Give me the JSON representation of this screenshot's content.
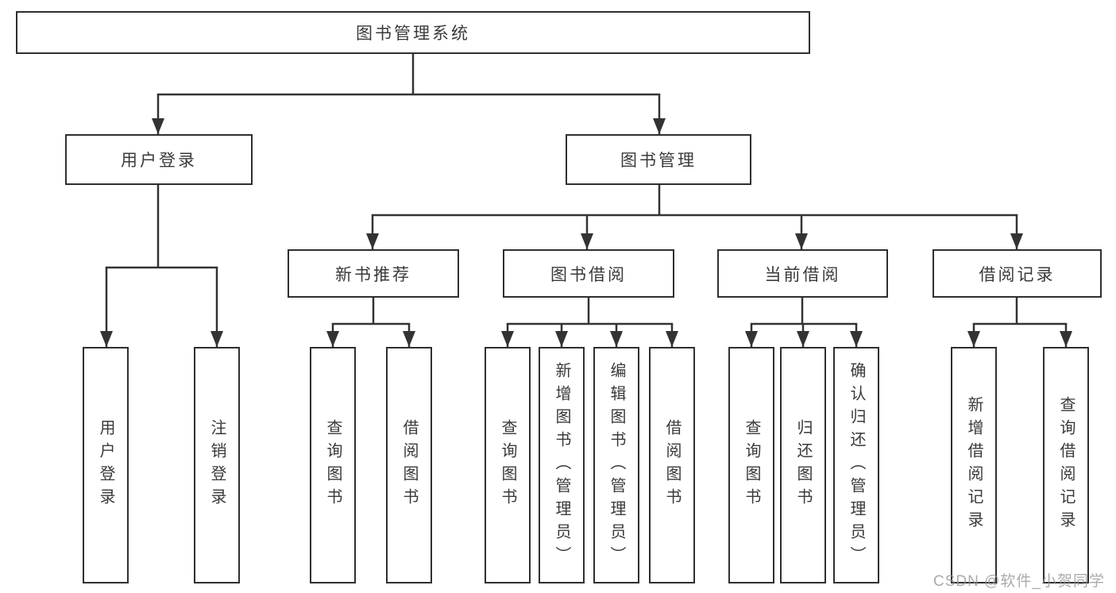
{
  "nodes": {
    "root": "图书管理系统",
    "user_login": "用户登录",
    "book_management": "图书管理",
    "user_login_children": [
      "用户登录",
      "注销登录"
    ],
    "book_management_children": [
      "新书推荐",
      "图书借阅",
      "当前借阅",
      "借阅记录"
    ],
    "new_book_children": [
      "查询图书",
      "借阅图书"
    ],
    "book_borrow_children": [
      "查询图书",
      "新增图书（管理员）",
      "编辑图书（管理员）",
      "借阅图书"
    ],
    "current_borrow_children": [
      "查询图书",
      "归还图书",
      "确认归还（管理员）"
    ],
    "borrow_record_children": [
      "新增借阅记录",
      "查询借阅记录"
    ]
  },
  "watermark": "CSDN @软件_小贺同学",
  "colors": {
    "line": "#333333",
    "border": "#2f2f2f",
    "text": "#3a3a3a",
    "watermark": "#969696"
  }
}
